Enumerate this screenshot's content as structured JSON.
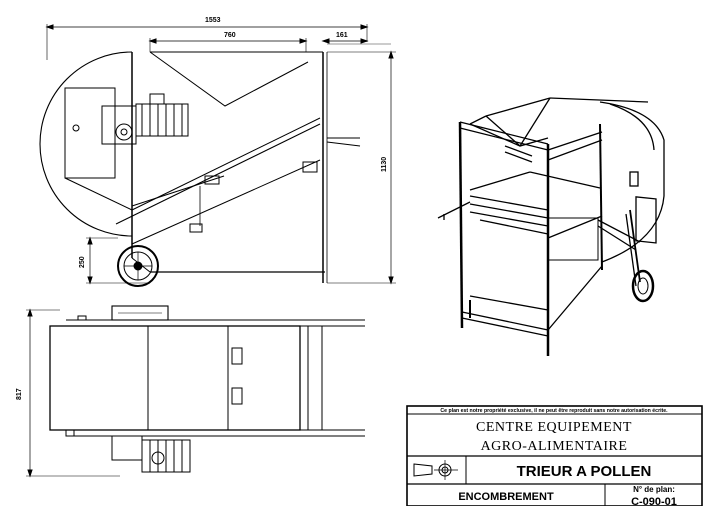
{
  "dimensions": {
    "overall_length": "1553",
    "hopper_width": "760",
    "overhang": "161",
    "height": "1130",
    "wheel_height": "250",
    "depth": "817"
  },
  "title_block": {
    "notice": "Ce plan est notre propriété exclusive, il ne peut être reproduit sans notre autorisation écrite.",
    "company_line1": "CENTRE EQUIPEMENT",
    "company_line2": "AGRO-ALIMENTAIRE",
    "product": "TRIEUR A POLLEN",
    "view": "ENCOMBREMENT",
    "plan_label": "N° de plan:",
    "plan_number": "C-090-01"
  }
}
